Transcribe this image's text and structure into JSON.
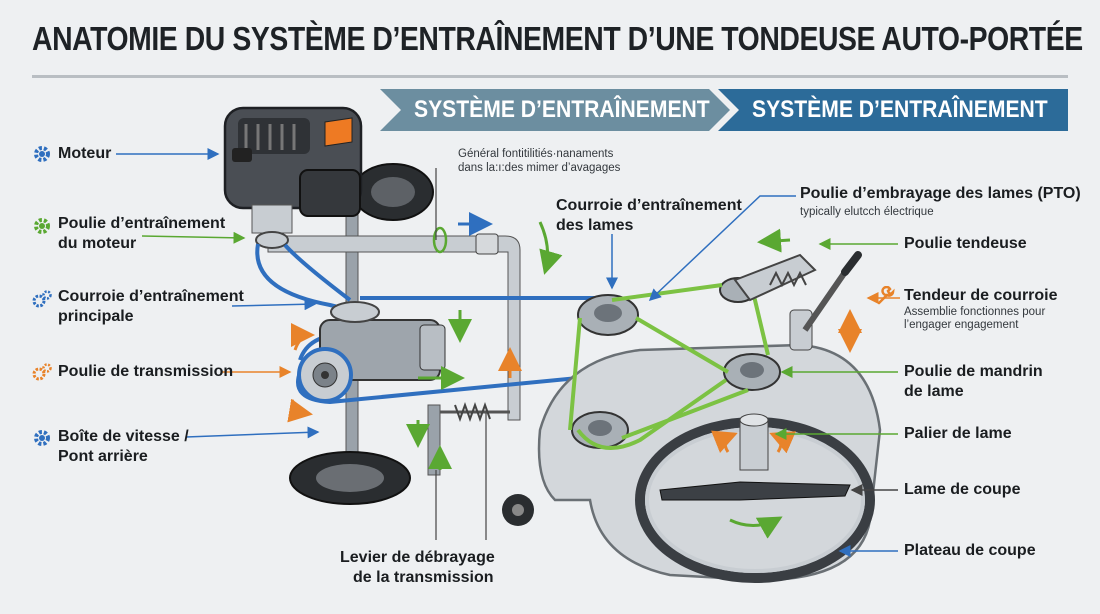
{
  "title": "ANATOMIE DU SYSTÈME D’ENTRAÎNEMENT D’UNE TONDEUSE AUTO-PORTÉE",
  "banners": [
    "SYSTÈME D’ENTRAÎNEMENT",
    "SYSTÈME D’ENTRAÎNEMENT"
  ],
  "labels": {
    "moteur": "Moteur",
    "poulie_moteur": [
      "Poulie d’entraînement",
      "du moteur"
    ],
    "courroie_principale": [
      "Courroie d’entraînement",
      "principale"
    ],
    "poulie_transmission": "Poulie de transmission",
    "boite_vitesse": [
      "Boîte de vitesse /",
      "Pont arrière"
    ],
    "levier": [
      "Levier de débrayage",
      "de la transmission"
    ],
    "note_top": [
      "Général fontitilitiés·nanaments",
      "dans la:ı:des mimer d’avagages"
    ],
    "courroie_lames": [
      "Courroie d’entraînement",
      "des lames"
    ],
    "pto": "Poulie d’embrayage des lames (PTO)",
    "pto_sub": "typically elutcch électrique",
    "poulie_tendeuse": "Poulie tendeuse",
    "tendeur": "Tendeur de courroie",
    "tendeur_sub": [
      "Assemblie fonctionnes pour",
      "l’engager engagement"
    ],
    "poulie_mandrin": [
      "Poulie de mandrin",
      "de lame"
    ],
    "palier": "Palier de lame",
    "lame": "Lame de coupe",
    "plateau": "Plateau de coupe"
  },
  "colors": {
    "title": "#1e2226",
    "banner_left": "#6c8ea0",
    "banner_right": "#2c6b99",
    "belt_blue": "#2f6fbf",
    "belt_green": "#7cc243",
    "accent_orange": "#e8832a",
    "metal": "#c8cdd2",
    "dark": "#3a3e43"
  },
  "icons": {
    "moteur": "gear-icon-blue",
    "poulie_moteur": "gear-icon-green",
    "courroie_principale": "gears-icon-blue",
    "poulie_transmission": "gears-icon-orange",
    "boite_vitesse": "gear-icon-blue",
    "tendeur": "wrench-icon-orange"
  }
}
